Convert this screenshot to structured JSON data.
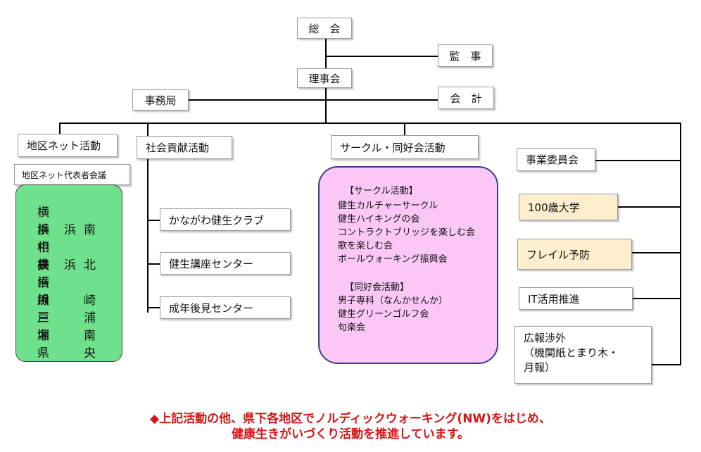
{
  "nodes": {
    "general_meeting": "総　会",
    "auditor": "監　事",
    "board": "理事会",
    "secretariat": "事務局",
    "accounting": "会　計",
    "district_net": "地区ネット活動",
    "district_council": "地区ネット代表者会議",
    "social_contribution": "社会貢献活動",
    "circle_activities": "サークル・同好会活動",
    "business_committee": "事業委員会",
    "kanagawa_club": "かながわ健生クラブ",
    "lecture_center": "健生講座センター",
    "guardian_center": "成年後見センター",
    "university_100": "100歳大学",
    "frailty_prevention": "フレイル予防",
    "it_promotion": "IT活用推進",
    "pr_line1": "広報渉外",
    "pr_line2": "（機関紙とまり木・",
    "pr_line3": "月報）"
  },
  "districts": [
    [
      "横浜中央",
      "",
      ""
    ],
    [
      "横",
      "浜",
      "南"
    ],
    [
      "相鉄沿線",
      "",
      ""
    ],
    [
      "横",
      "浜",
      "北"
    ],
    [
      "横浜戸塚",
      "",
      ""
    ],
    [
      "川",
      "",
      "崎"
    ],
    [
      "三",
      "",
      "浦"
    ],
    [
      "湘",
      "",
      "南"
    ],
    [
      "県",
      "",
      "央"
    ]
  ],
  "circle_panel": {
    "circle_header": "【サークル活動】",
    "circles": [
      "健生カルチャーサークル",
      "健生ハイキングの会",
      "コントラクトブリッジを楽しむ会",
      "歌を楽しむ会",
      "ボールウォーキング振興会"
    ],
    "club_header": "【同好会活動】",
    "clubs": [
      "男子専科（なんかせんか）",
      "健生グリーンゴルフ会",
      "句楽会"
    ]
  },
  "footer": {
    "line1": "◆上記活動の他、県下各地区でノルディックウォーキング(NW)をはじめ、",
    "line2": "健康生きがいづくり活動を推進しています。"
  },
  "colors": {
    "district_fill": "#6fe08c",
    "circle_fill": "#fbc7f6",
    "committee_fill": "#fdeecd",
    "footer_text": "#d61414"
  }
}
